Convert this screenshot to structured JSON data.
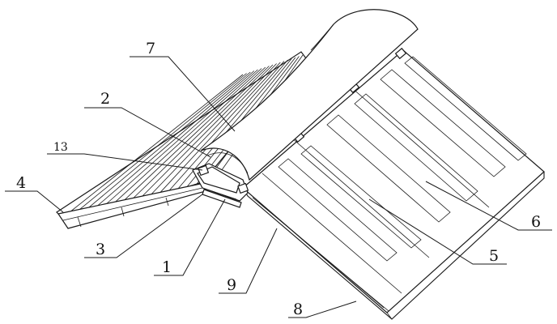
{
  "labels": {
    "l1": "1",
    "l2": "2",
    "l3": "3",
    "l4": "4",
    "l5": "5",
    "l6": "6",
    "l7": "7",
    "l8": "8",
    "l9": "9",
    "l13": "13"
  }
}
